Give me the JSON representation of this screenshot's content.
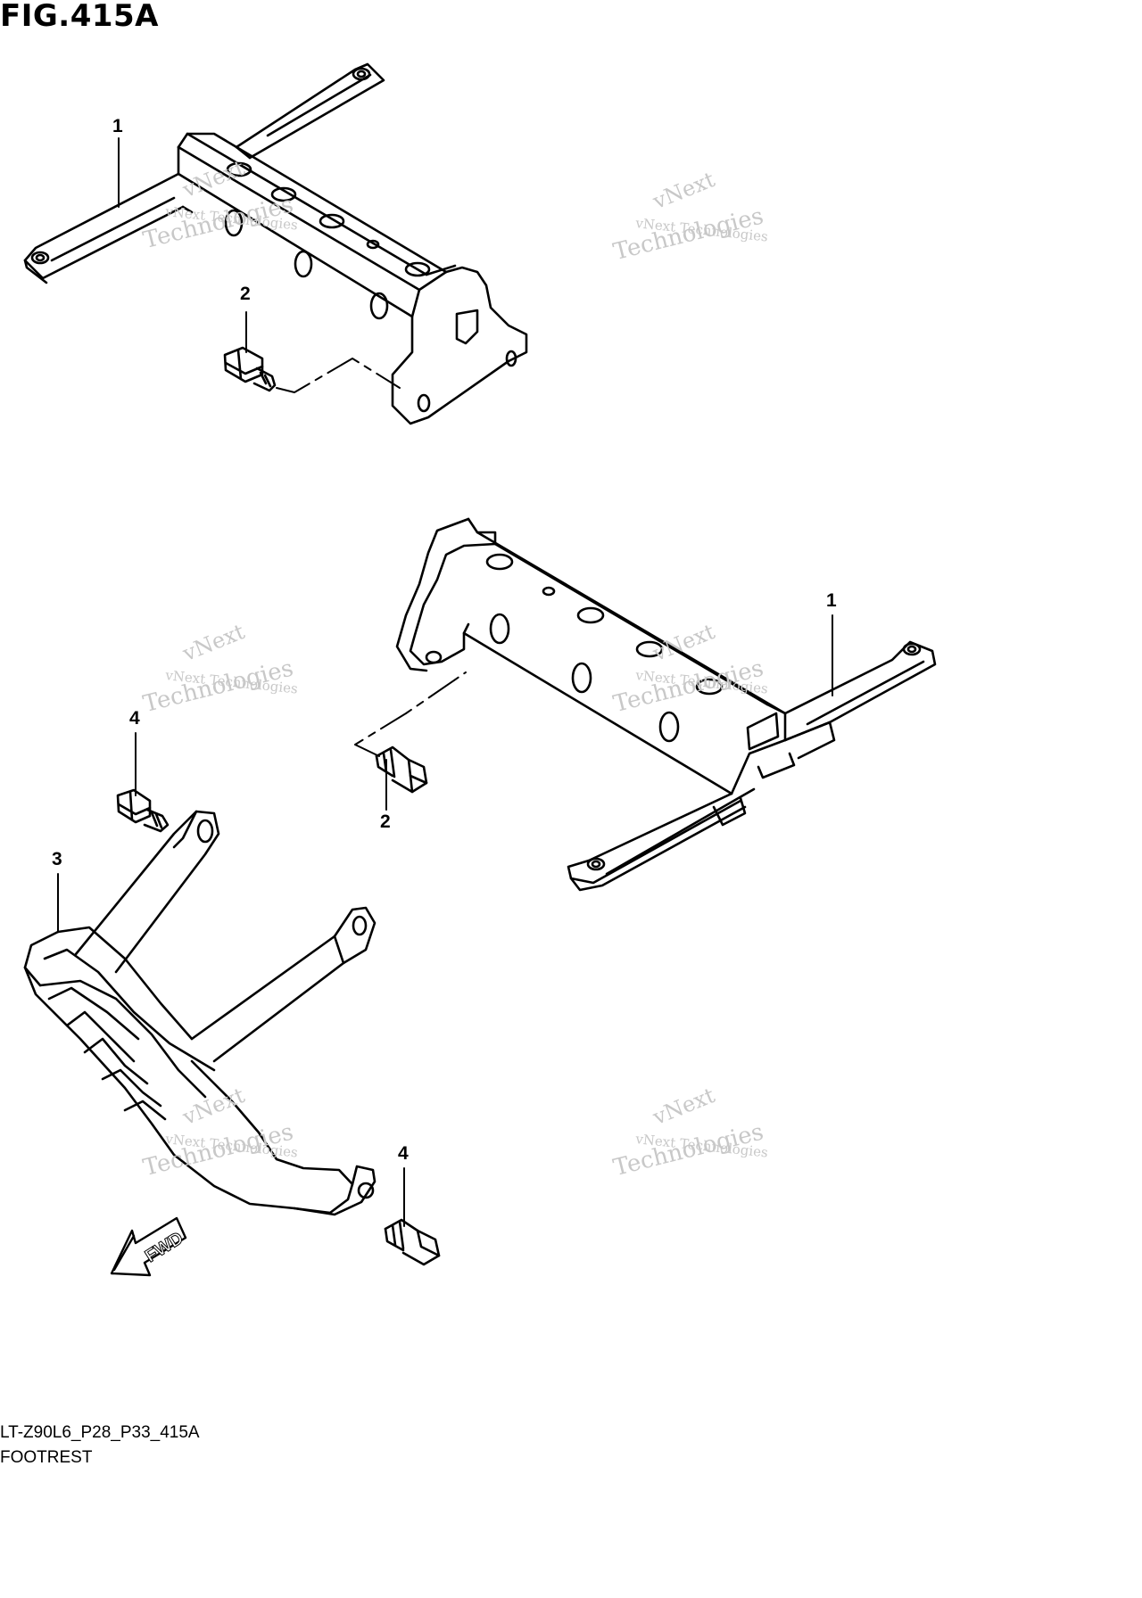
{
  "figure": {
    "title": "FIG.415A",
    "code": "LT-Z90L6_P28_P33_415A",
    "name": "FOOTREST"
  },
  "callouts": {
    "c1_upper": "1",
    "c2_upper": "2",
    "c1_lower": "1",
    "c2_lower": "2",
    "c3": "3",
    "c4_upper": "4",
    "c4_lower": "4"
  },
  "direction_label": "FWD",
  "watermark": {
    "line1": "vNext Technologies",
    "line2": "vNext",
    "line3": "Technologies"
  }
}
